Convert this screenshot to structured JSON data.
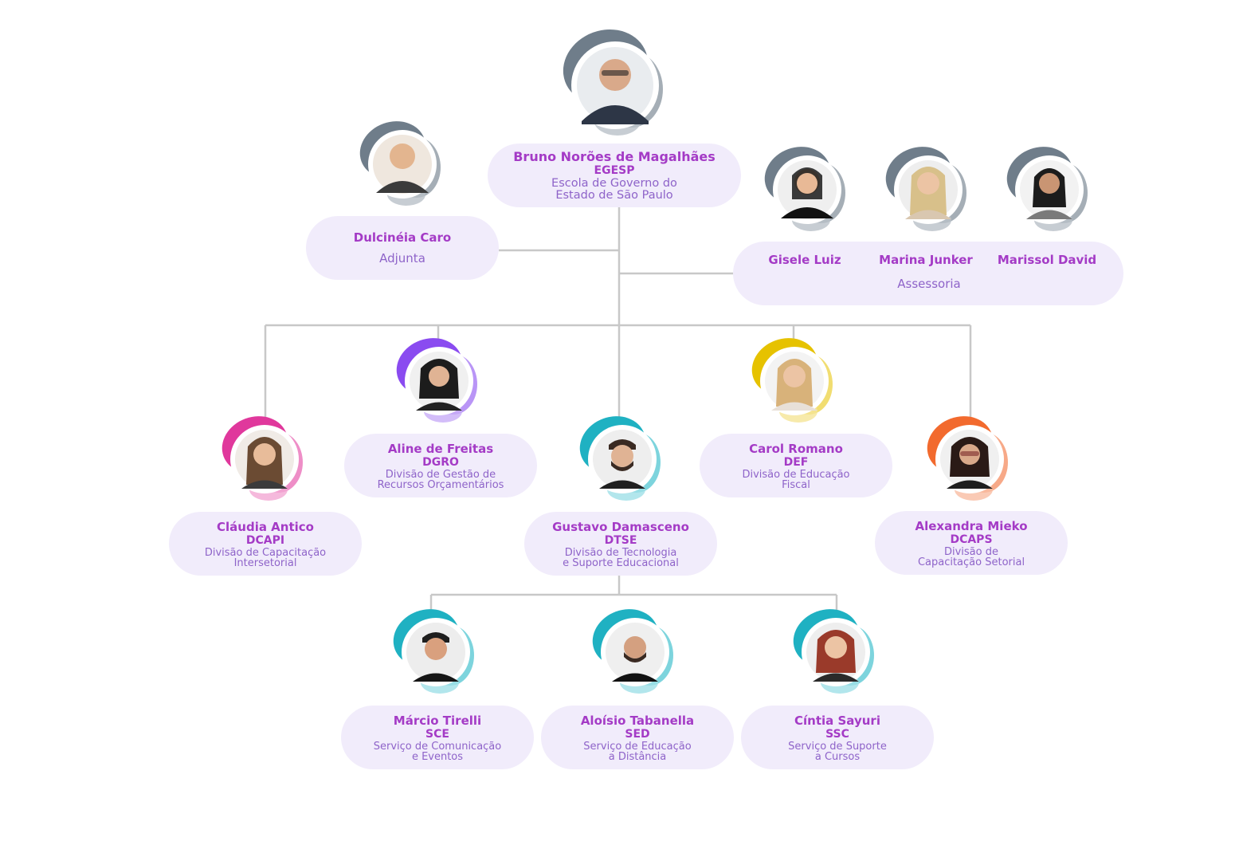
{
  "director": {
    "name": "Bruno Norões de Magalhães",
    "code": "EGESP",
    "desc_line1": "Escola de Governo do",
    "desc_line2": "Estado de São Paulo",
    "color": "#6f7d8a"
  },
  "deputy": {
    "name": "Dulcinéia Caro",
    "role": "Adjunta",
    "color": "#6f7d8a"
  },
  "advisory": {
    "role": "Assessoria",
    "members": [
      {
        "name": "Gisele Luiz",
        "color": "#6f7d8a"
      },
      {
        "name": "Marina Junker",
        "color": "#6f7d8a"
      },
      {
        "name": "Marissol David",
        "color": "#6f7d8a"
      }
    ]
  },
  "divisions": [
    {
      "name": "Cláudia Antico",
      "code": "DCAPI",
      "desc_line1": "Divisão de Capacitação",
      "desc_line2": "Intersetorial",
      "color": "#e0389c"
    },
    {
      "name": "Aline de Freitas",
      "code": "DGRO",
      "desc_line1": "Divisão de Gestão de",
      "desc_line2": "Recursos Orçamentários",
      "color": "#8a4bf0"
    },
    {
      "name": "Gustavo Damasceno",
      "code": "DTSE",
      "desc_line1": "Divisão de Tecnologia",
      "desc_line2": "e Suporte Educacional",
      "color": "#1fb1c2"
    },
    {
      "name": "Carol Romano",
      "code": "DEF",
      "desc_line1": "Divisão de Educação",
      "desc_line2": "Fiscal",
      "color": "#e6c200"
    },
    {
      "name": "Alexandra Mieko",
      "code": "DCAPS",
      "desc_line1": "Divisão de",
      "desc_line2": "Capacitação Setorial",
      "color": "#f26a2e"
    }
  ],
  "services": [
    {
      "name": "Márcio Tirelli",
      "code": "SCE",
      "desc_line1": "Serviço de Comunicação",
      "desc_line2": "e Eventos",
      "color": "#1fb1c2"
    },
    {
      "name": "Aloísio Tabanella",
      "code": "SED",
      "desc_line1": "Serviço de Educação",
      "desc_line2": "a Distância",
      "color": "#1fb1c2"
    },
    {
      "name": "Cíntia Sayuri",
      "code": "SSC",
      "desc_line1": "Serviço de Suporte",
      "desc_line2": "a Cursos",
      "color": "#1fb1c2"
    }
  ],
  "colors": {
    "card_bg": "#f1ecfb",
    "name": "#a43bc6",
    "desc": "#8e63c9",
    "connector": "#c8c8c8"
  }
}
